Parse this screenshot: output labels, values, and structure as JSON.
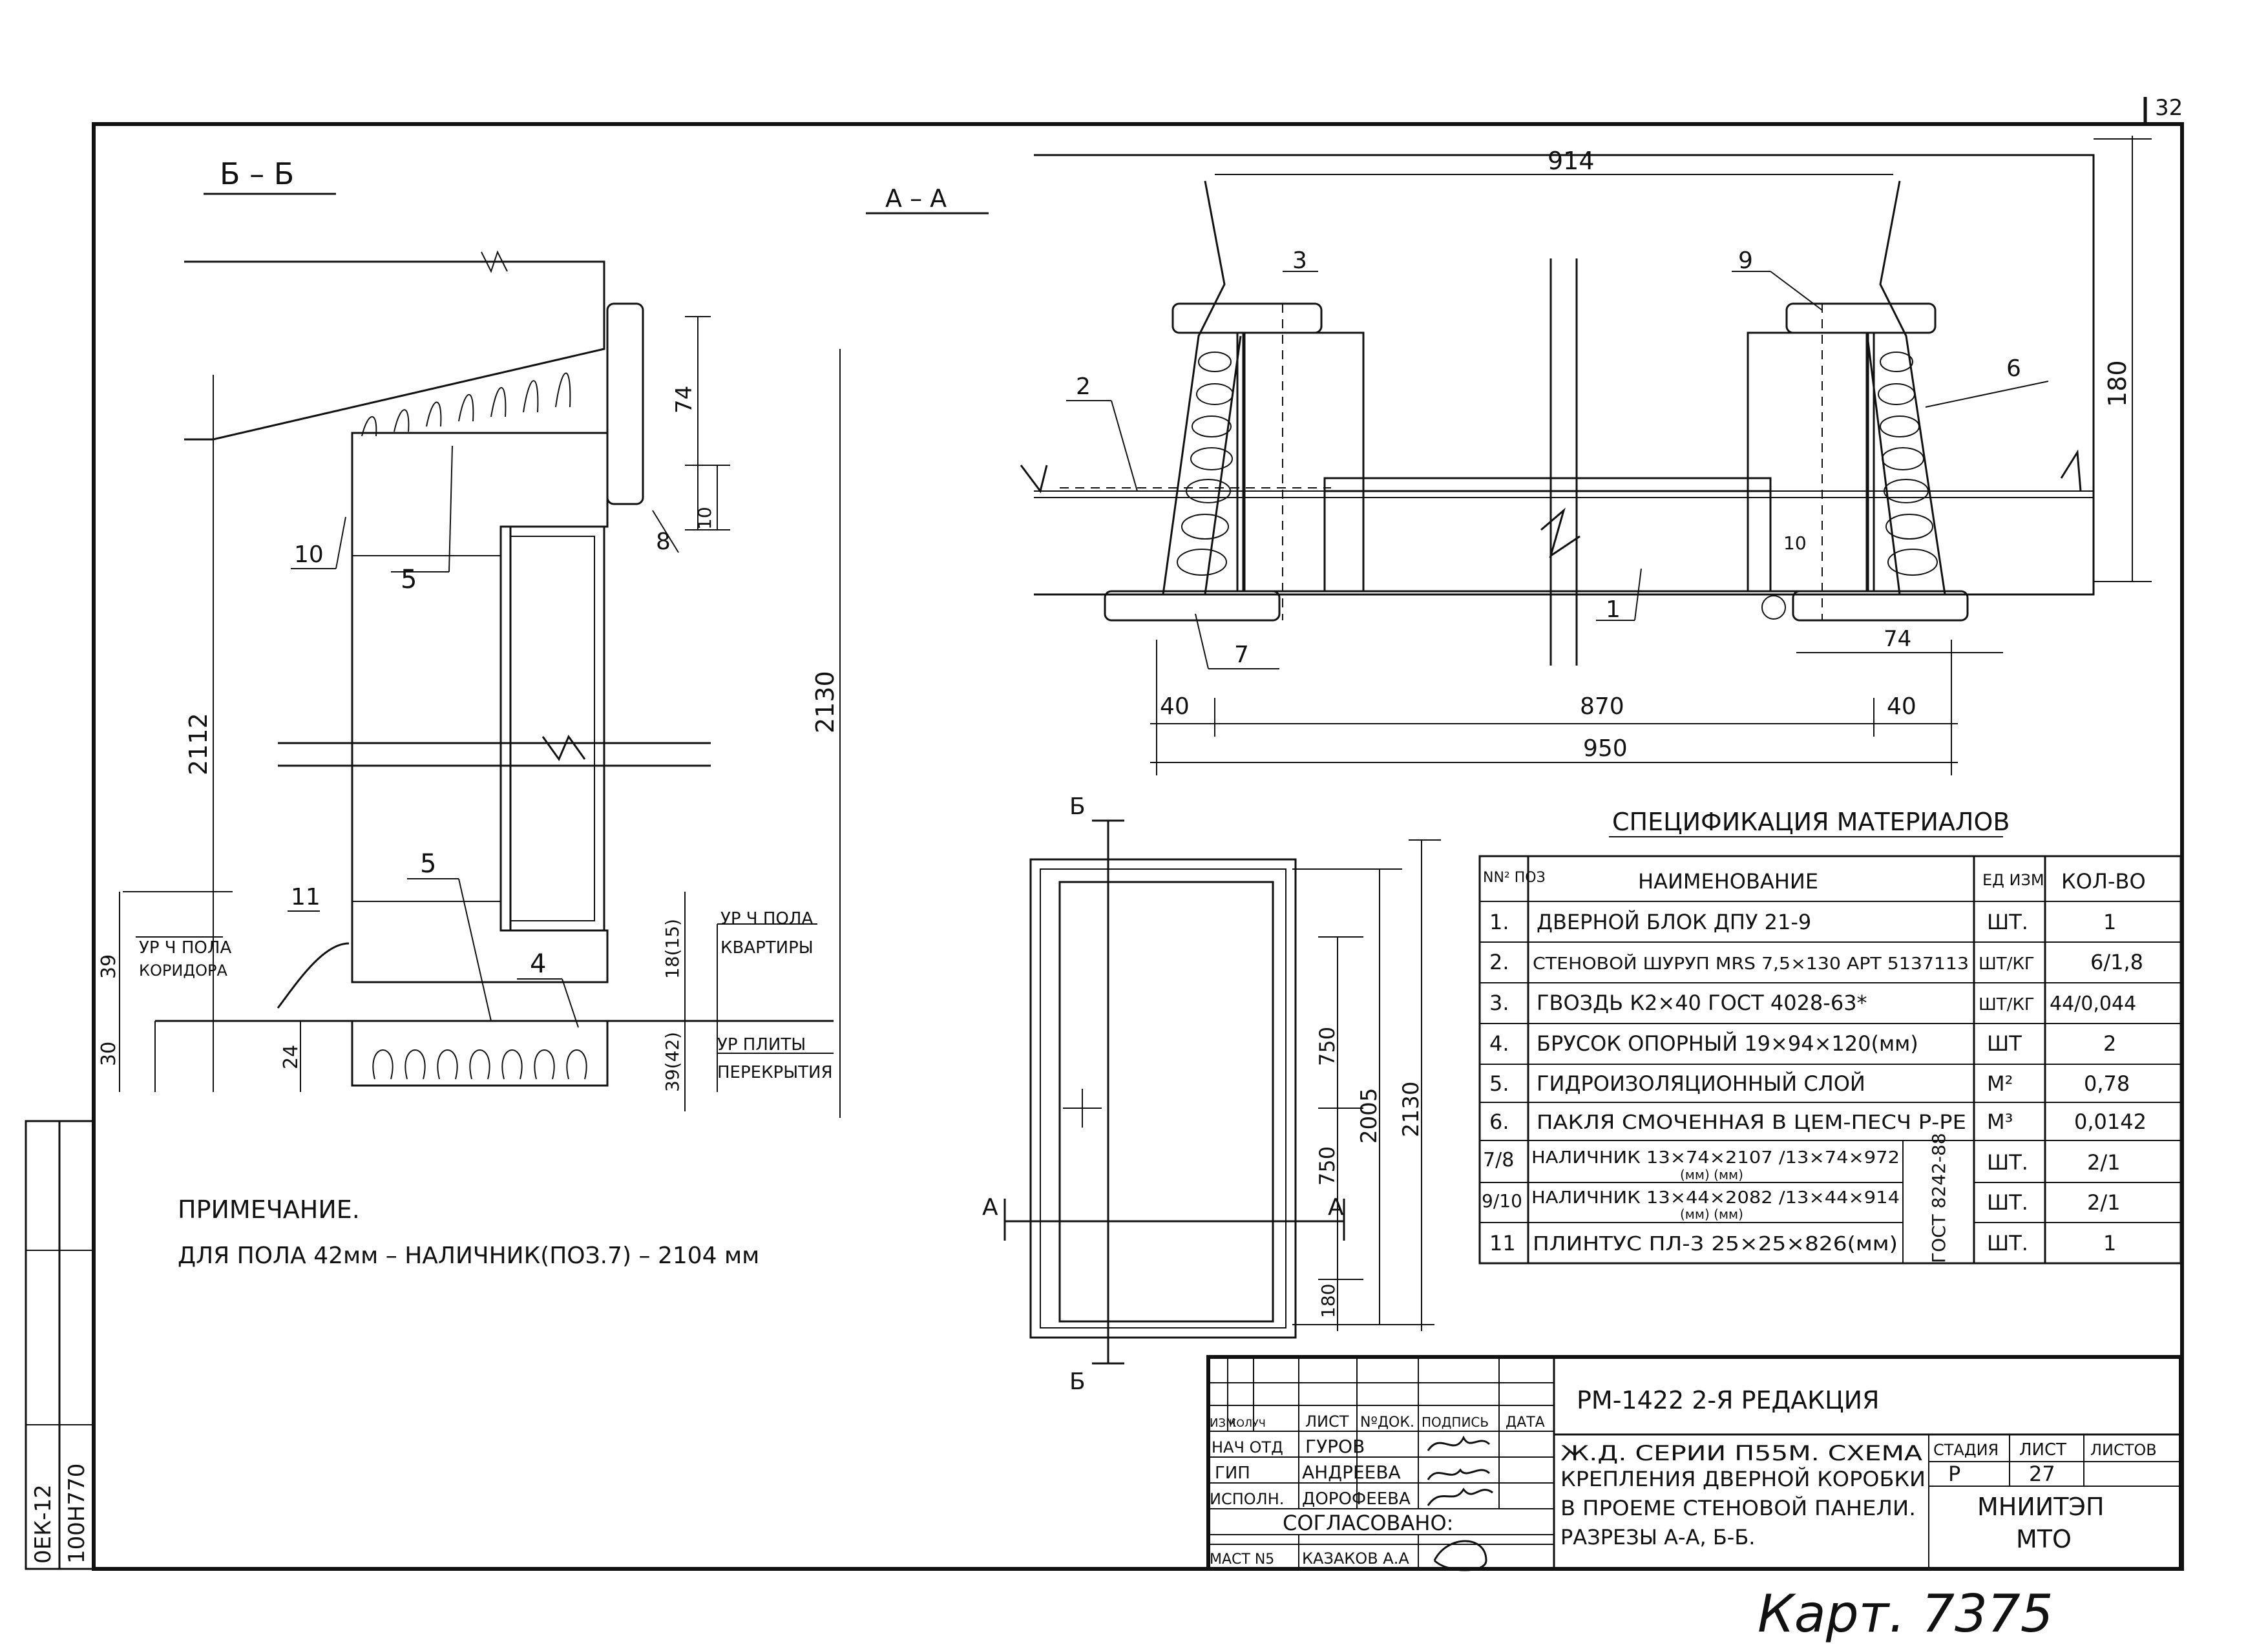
{
  "corner_number": "32",
  "section_bb": {
    "title": "Б – Б"
  },
  "section_aa": {
    "title": "А – А"
  },
  "dims_bb": {
    "d74": "74",
    "d10": "10",
    "d2112": "2112",
    "d2130": "2130",
    "d39": "39",
    "d30": "30",
    "d24": "24",
    "d18_15": "18(15)",
    "d39_42": "39(42)"
  },
  "labels_bb": {
    "floor_corridor_1": "УР Ч ПОЛА",
    "floor_corridor_2": "КОРИДОРА",
    "floor_apt_1": "УР Ч ПОЛА",
    "floor_apt_2": "КВАРТИРЫ",
    "slab_1": "УР ПЛИТЫ",
    "slab_2": "ПЕРЕКРЫТИЯ"
  },
  "callouts_bb": [
    "5",
    "10",
    "8",
    "11",
    "5",
    "4"
  ],
  "dims_aa": {
    "d914": "914",
    "d180": "180",
    "d74": "74",
    "d40a": "40",
    "d870": "870",
    "d40b": "40",
    "d950": "950",
    "d10": "10"
  },
  "callouts_aa": [
    "3",
    "9",
    "2",
    "6",
    "7",
    "1"
  ],
  "elevation": {
    "mark_top": "Б",
    "mark_bottom": "Б",
    "mark_left": "А",
    "mark_right": "А",
    "d750a": "750",
    "d750b": "750",
    "d2005": "2005",
    "d2130": "2130",
    "d180": "180"
  },
  "note": {
    "title": "ПРИМЕЧАНИЕ.",
    "text": "ДЛЯ ПОЛА 42мм – НАЛИЧНИК(ПОЗ.7) – 2104 мм"
  },
  "spec": {
    "title": "СПЕЦИФИКАЦИЯ МАТЕРИАЛОВ",
    "headers": {
      "pos": "NN² ПОЗ",
      "name": "НАИМЕНОВАНИЕ",
      "unit": "ЕД ИЗМ",
      "qty": "КОЛ-ВО"
    },
    "rows": [
      {
        "pos": "1.",
        "name": "ДВЕРНОЙ БЛОК ДПУ 21-9",
        "unit": "ШТ.",
        "qty": "1"
      },
      {
        "pos": "2.",
        "name": "СТЕНОВОЙ ШУРУП MRS 7,5×130 АРТ 5137113",
        "unit": "ШТ/КГ",
        "qty": "6/1,8"
      },
      {
        "pos": "3.",
        "name": "ГВОЗДЬ К2×40 ГОСТ 4028-63*",
        "unit": "ШТ/КГ",
        "qty": "44/0,044"
      },
      {
        "pos": "4.",
        "name": "БРУСОК ОПОРНЫЙ 19×94×120(мм)",
        "unit": "ШТ",
        "qty": "2"
      },
      {
        "pos": "5.",
        "name": "ГИДРОИЗОЛЯЦИОННЫЙ СЛОЙ",
        "unit": "М²",
        "qty": "0,78"
      },
      {
        "pos": "6.",
        "name": "ПАКЛЯ СМОЧЕННАЯ В ЦЕМ-ПЕСЧ Р-РЕ",
        "unit": "М³",
        "qty": "0,0142"
      },
      {
        "pos": "7/8",
        "name": "НАЛИЧНИК 13×74×2107 /13×74×972",
        "sub": "(мм)         (мм)",
        "unit": "ШТ.",
        "qty": "2/1"
      },
      {
        "pos": "9/10",
        "name": "НАЛИЧНИК 13×44×2082 /13×44×914",
        "sub": "(мм)         (мм)",
        "unit": "ШТ.",
        "qty": "2/1"
      },
      {
        "pos": "11",
        "name": "ПЛИНТУС ПЛ-3  25×25×826(мм)",
        "unit": "ШТ.",
        "qty": "1"
      }
    ],
    "gost": "ГОСТ 8242-88"
  },
  "title_block": {
    "doc_code": "РМ-1422  2-Я РЕДАКЦИЯ",
    "col_headers": [
      "ИЗМ",
      "КОЛУЧ",
      "ЛИСТ",
      "NºДОК.",
      "ПОДПИСЬ",
      "ДАТА"
    ],
    "people": [
      {
        "role": "НАЧ ОТД",
        "name": "ГУРОВ"
      },
      {
        "role": "ГИП",
        "name": "АНДРЕЕВА"
      },
      {
        "role": "ИСПОЛН.",
        "name": "ДОРОФЕЕВА"
      }
    ],
    "agreed": "СОГЛАСОВАНО:",
    "agreed_person": {
      "role": "МАСТ N5",
      "name": "КАЗАКОВ А.А"
    },
    "description": [
      "Ж.Д. СЕРИИ П55М. СХЕМА",
      "КРЕПЛЕНИЯ ДВЕРНОЙ КОРОБКИ",
      "В ПРОЕМЕ СТЕНОВОЙ ПАНЕЛИ.",
      "РАЗРЕЗЫ А-А, Б-Б."
    ],
    "stage_label": "СТАДИЯ",
    "sheet_label": "ЛИСТ",
    "sheets_label": "ЛИСТОВ",
    "stage": "Р",
    "sheet": "27",
    "org": [
      "МНИИТЭП",
      "МТО"
    ]
  },
  "side_stamp": [
    "0ЕК-12",
    "100Н770"
  ],
  "card": "Карт. 7375"
}
